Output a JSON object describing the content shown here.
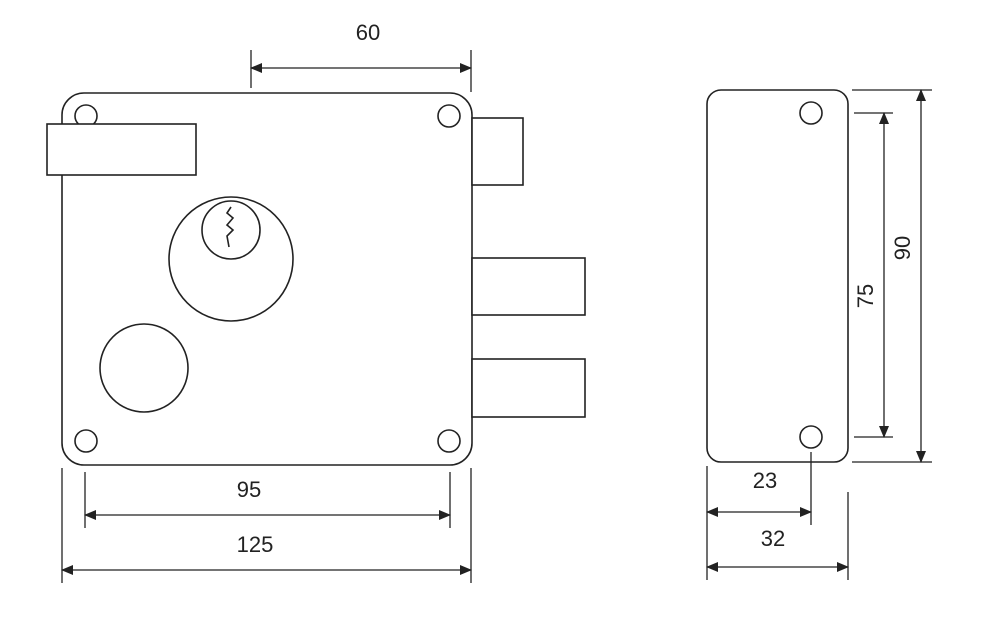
{
  "dimensions": {
    "top_width": "60",
    "hole_spacing_horizontal": "95",
    "overall_width": "125",
    "hole_spacing_vertical": "75",
    "overall_height": "90",
    "side_hole_offset": "23",
    "overall_depth": "32"
  },
  "colors": {
    "line": "#222222",
    "background": "#ffffff"
  }
}
